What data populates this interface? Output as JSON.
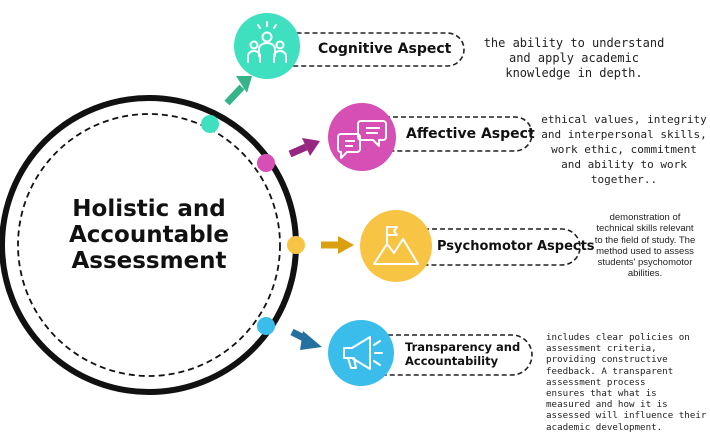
{
  "center": {
    "line1": "Holistic and",
    "line2": "Accountable",
    "line3": "Assessment"
  },
  "aspects": [
    {
      "title": "Cognitive Aspect",
      "icon": "people-icon",
      "color": "#3ee0c0",
      "description": "the ability to understand\nand apply academic\nknowledge in depth."
    },
    {
      "title": "Affective Aspect",
      "icon": "chat-bubbles-icon",
      "color": "#d64fb4",
      "description": "ethical values, integrity\nand interpersonal skills,\nwork ethic, commitment\nand ability to work\ntogether.."
    },
    {
      "title": "Psychomotor Aspects",
      "icon": "mountain-flag-icon",
      "color": "#f7c444",
      "description": "demonstration of\ntechnical skills relevant\nto the field of study. The\nmethod used to assess\nstudents' psychomotor\nabilities."
    },
    {
      "title_line1": "Transparency and",
      "title_line2": "Accountability",
      "icon": "megaphone-icon",
      "color": "#3bbdec",
      "description": "includes clear policies on\nassessment criteria,\nproviding constructive\nfeedback. A transparent\nassessment process\nensures that what is\nmeasured and how it is\nassessed will influence their\nacademic development."
    }
  ],
  "colors": {
    "arrow1": "#35b389",
    "arrow2": "#962680",
    "arrow3": "#d9a012",
    "arrow4": "#2470a0",
    "ring": "#111111"
  }
}
